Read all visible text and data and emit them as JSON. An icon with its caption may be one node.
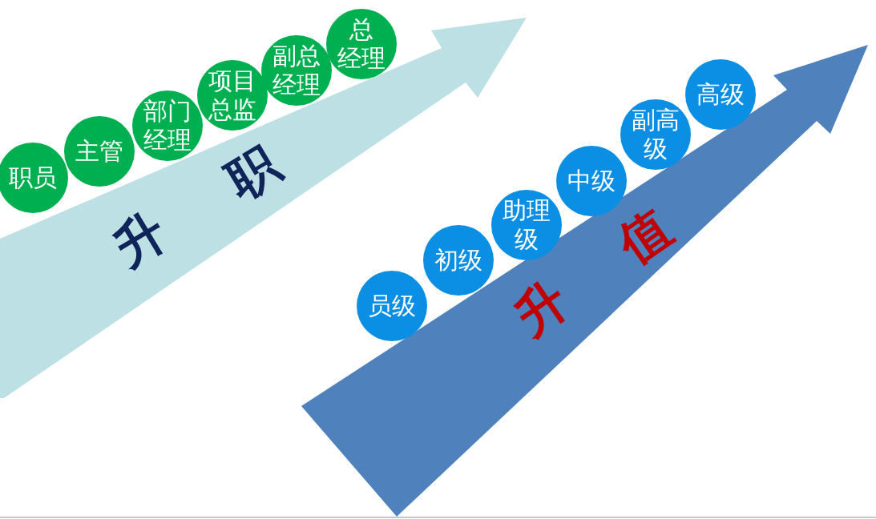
{
  "diagram": {
    "nodes": [
      {
        "text": [
          "升职"
        ]
      },
      {
        "text": [
          "职员"
        ]
      },
      {
        "text": [
          "主管"
        ]
      },
      {
        "text": [
          "部门经理"
        ]
      },
      {
        "text": [
          "项目总监"
        ]
      },
      {
        "text": [
          "副总经理"
        ]
      },
      {
        "text": [
          "总经理"
        ]
      },
      {
        "text": [
          "升值"
        ]
      },
      {
        "text": [
          "员级"
        ]
      },
      {
        "text": [
          "初级"
        ]
      },
      {
        "text": [
          "助理级"
        ]
      },
      {
        "text": [
          "中级"
        ]
      },
      {
        "text": [
          "副高级"
        ]
      },
      {
        "text": [
          "高级"
        ]
      }
    ]
  }
}
